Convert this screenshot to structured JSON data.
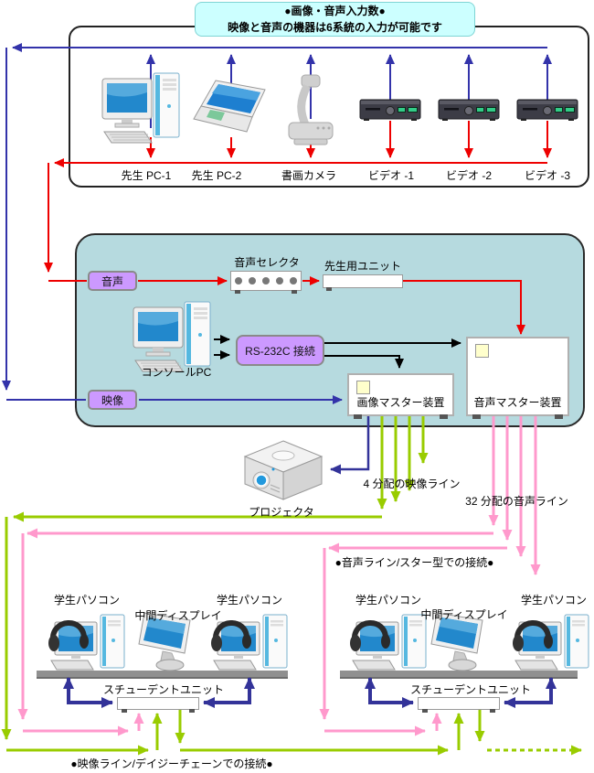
{
  "banner": {
    "title": "●画像・音声入力数●",
    "subtitle": "映像と音声の機器は6系統の入力が可能です"
  },
  "input_devices": [
    {
      "label": "先生 PC-1",
      "icon": "desktop-pc-icon"
    },
    {
      "label": "先生 PC-2",
      "icon": "laptop-icon"
    },
    {
      "label": "書画カメラ",
      "icon": "document-camera-icon"
    },
    {
      "label": "ビデオ -1",
      "icon": "video-deck-icon"
    },
    {
      "label": "ビデオ -2",
      "icon": "video-deck-icon"
    },
    {
      "label": "ビデオ -3",
      "icon": "video-deck-icon"
    }
  ],
  "control_box": {
    "audio_tag": "音声",
    "video_tag": "映像",
    "audio_selector": "音声セレクタ",
    "teacher_unit": "先生用ユニット",
    "console_pc": "コンソールPC",
    "rs232c": "RS-232C 接続",
    "image_master": "画像マスター装置",
    "audio_master": "音声マスター装置"
  },
  "distribution": {
    "projector": "プロジェクタ",
    "video_lines": "4 分配の映像ライン",
    "audio_lines": "32 分配の音声ライン",
    "audio_star_section": "●音声ライン/スター型での接続●",
    "video_daisy_section": "●映像ライン/デイジーチェーンでの接続●"
  },
  "student_groups": [
    {
      "pc_left": "学生パソコン",
      "display": "中間ディスプレイ",
      "pc_right": "学生パソコン",
      "unit": "スチューデントユニット"
    },
    {
      "pc_left": "学生パソコン",
      "display": "中間ディスプレイ",
      "pc_right": "学生パソコン",
      "unit": "スチューデントユニット"
    }
  ],
  "colors": {
    "video_bus": "#3333aa",
    "audio_bus": "#ee0000",
    "control_line": "#000000",
    "video_distribution": "#99cc00",
    "audio_distribution": "#ff99cc",
    "student_link": "#333399",
    "tag_fill": "#cc99ff",
    "panel_fill": "#b6dadf",
    "banner_fill": "#ccffff"
  }
}
